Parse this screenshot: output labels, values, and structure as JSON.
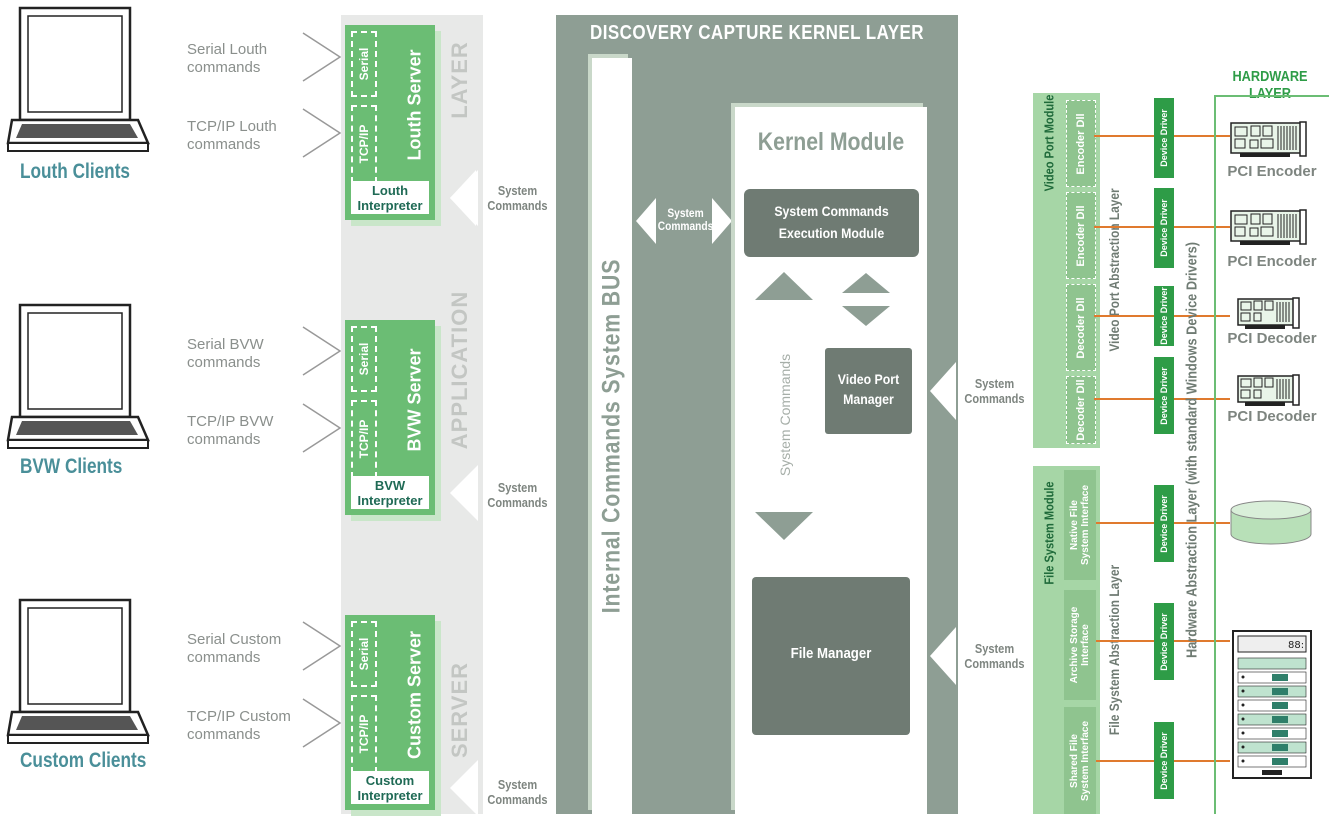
{
  "clients": [
    {
      "label": "Louth Clients",
      "serial_cmd": [
        "Serial Louth",
        "commands"
      ],
      "tcp_cmd": [
        "TCP/IP Louth",
        "commands"
      ]
    },
    {
      "label": "BVW Clients",
      "serial_cmd": [
        "Serial BVW",
        "commands"
      ],
      "tcp_cmd": [
        "TCP/IP BVW",
        "commands"
      ]
    },
    {
      "label": "Custom Clients",
      "serial_cmd": [
        "Serial Custom",
        "commands"
      ],
      "tcp_cmd": [
        "TCP/IP Custom",
        "commands"
      ]
    }
  ],
  "servers": [
    {
      "name": "Louth Server",
      "serial": "Serial",
      "tcp": "TCP/IP",
      "interpreter": [
        "Louth",
        "Interpreter"
      ]
    },
    {
      "name": "BVW Server",
      "serial": "Serial",
      "tcp": "TCP/IP",
      "interpreter": [
        "BVW",
        "Interpreter"
      ]
    },
    {
      "name": "Custom Server",
      "serial": "Serial",
      "tcp": "TCP/IP",
      "interpreter": [
        "Custom",
        "Interpreter"
      ]
    }
  ],
  "app_layer": {
    "words": [
      "SERVER",
      "APPLICATION",
      "LAYER"
    ]
  },
  "system_commands": [
    "System",
    "Commands"
  ],
  "kernel_layer": {
    "title": "DISCOVERY CAPTURE KERNEL LAYER",
    "bus": "Internal Commands System BUS",
    "module_title": "Kernel Module",
    "exec_module": [
      "System Commands",
      "Execution Module"
    ],
    "system_commands_vertical": "System Commands",
    "video_port_manager": [
      "Video Port",
      "Manager"
    ],
    "file_manager": "File Manager"
  },
  "video_port_module": {
    "title": "Video Port Module",
    "dlls": [
      "Encoder Dll",
      "Encoder Dll",
      "Decoder Dll",
      "Decoder Dll"
    ],
    "abstraction": "Video Port Abstraction Layer"
  },
  "file_system_module": {
    "title": "File System Module",
    "interfaces": [
      [
        "Native File",
        "System Interface"
      ],
      [
        "Archive Storage",
        "Interface"
      ],
      [
        "Shared File",
        "System Interface"
      ]
    ],
    "abstraction": "File System Abstraction Layer"
  },
  "device_driver": "Device Driver",
  "hardware_abstraction": "Hardware Abstraction Layer (with standard Windows Device Drivers)",
  "hardware_layer": {
    "title": "HARDWARE LAYER",
    "devices": [
      "PCI Encoder",
      "PCI Encoder",
      "PCI Decoder",
      "PCI Decoder"
    ]
  },
  "colors": {
    "green": "#6bbd74",
    "dark_green": "#2e9c47",
    "kernel_gray": "#8e9e94",
    "dark_gray": "#6f7b73",
    "teal": "#4a8f99",
    "orange": "#e07a2e"
  }
}
